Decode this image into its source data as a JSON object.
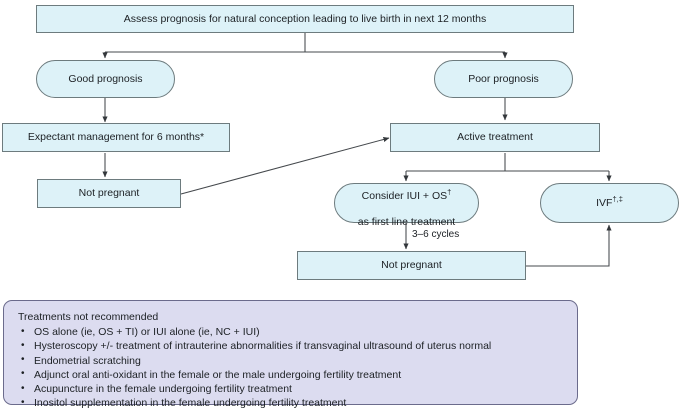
{
  "diagram": {
    "type": "flowchart",
    "title": "Fertility management pathway flowchart",
    "colors": {
      "node_fill": "#ddf2f8",
      "node_stroke": "#6d7b7e",
      "notice_fill": "#dcdcf0",
      "notice_stroke": "#6b6b8c",
      "text": "#1c2024",
      "edge_stroke": "#44484c",
      "background": "#ffffff"
    },
    "nodes": [
      {
        "id": "assess",
        "label": "Assess prognosis for natural conception leading to live birth in next 12 months",
        "shape": "rect"
      },
      {
        "id": "good",
        "label": "Good prognosis",
        "shape": "stadium"
      },
      {
        "id": "poor",
        "label": "Poor prognosis",
        "shape": "stadium"
      },
      {
        "id": "expectant",
        "label": "Expectant management for 6 months*",
        "shape": "rect"
      },
      {
        "id": "notpreg1",
        "label": "Not pregnant",
        "shape": "rect"
      },
      {
        "id": "active",
        "label": "Active treatment",
        "shape": "rect"
      },
      {
        "id": "iui",
        "label_line1": "Consider IUI + OS",
        "label_line1_sup": "†",
        "label_line2": "as first line treatment",
        "shape": "stadium"
      },
      {
        "id": "ivf",
        "label": "IVF",
        "label_sup": "†,‡",
        "shape": "stadium"
      },
      {
        "id": "notpreg2",
        "label": "Not pregnant",
        "shape": "rect"
      }
    ],
    "edge_labels": [
      {
        "id": "cycles",
        "text": "3–6 cycles"
      }
    ],
    "notice": {
      "heading": "Treatments not recommended",
      "items": [
        "OS alone (ie, OS + TI) or IUI alone (ie, NC + IUI)",
        "Hysteroscopy +/- treatment of intrauterine abnormalities if transvaginal ultrasound of uterus normal",
        "Endometrial scratching",
        "Adjunct oral anti-oxidant in the female or the male undergoing fertility treatment",
        "Acupuncture in the female undergoing fertility treatment",
        "Inositol supplementation in the female undergoing fertility treatment"
      ]
    }
  }
}
